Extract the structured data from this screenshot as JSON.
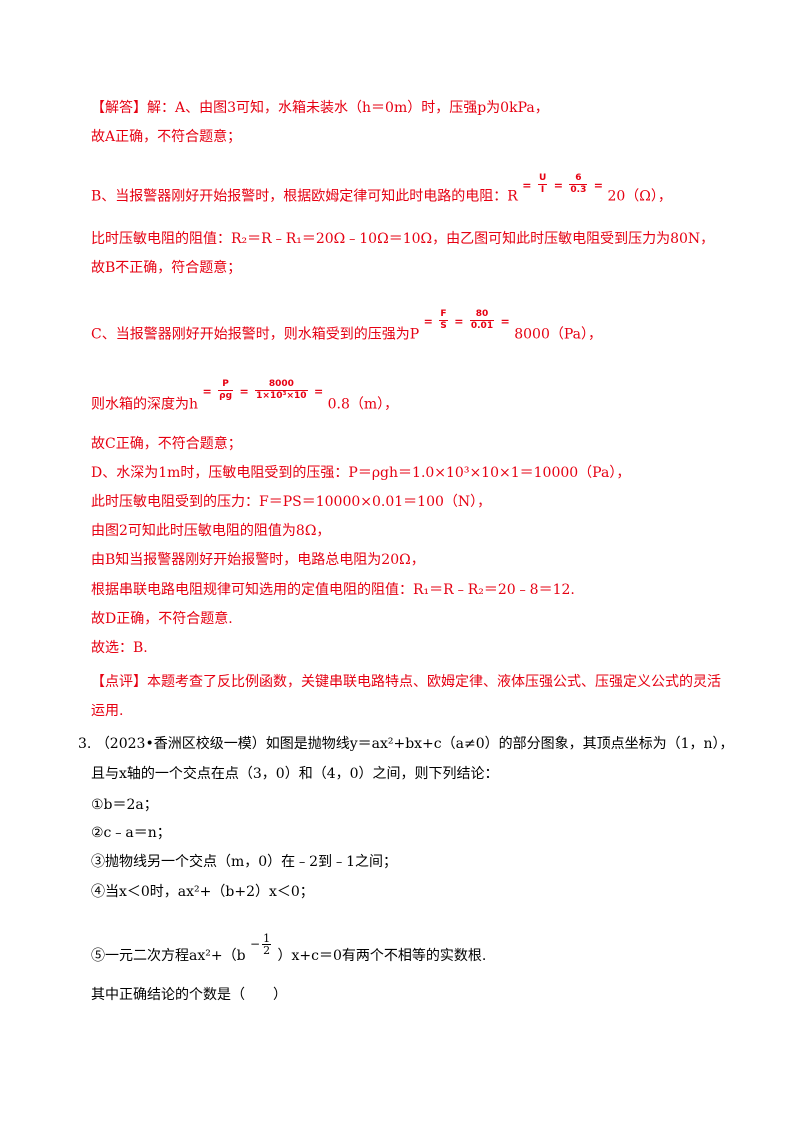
{
  "solution": {
    "l1": "【解答】解：A、由图3可知，水箱未装水（h＝0m）时，压强p为0kPa，",
    "l2": "故A正确，不符合题意；",
    "b_text": "B、当报警器刚好开始报警时，根据欧姆定律可知此时电路的电阻：R",
    "b_num": "U",
    "b_den": "I",
    "b_num2": "6",
    "b_den2": "0.3",
    "b_res": "20（Ω），",
    "l4": "比时压敏电阻的阻值：R₂＝R﹣R₁＝20Ω﹣10Ω＝10Ω，由乙图可知此时压敏电阻受到压力为80N，",
    "l5": "故B不正确，符合题意；",
    "c_text": "C、当报警器刚好开始报警时，则水箱受到的压强为P",
    "c_num": "F",
    "c_den": "S",
    "c_num2": "80",
    "c_den2": "0.01",
    "c_res": "8000（Pa），",
    "h_text": "则水箱的深度为h",
    "h_num": "P",
    "h_den": "ρg",
    "h_num2": "8000",
    "h_den2": "1×10³×10",
    "h_res": "0.8（m），",
    "l8": "故C正确，不符合题意；",
    "l9": "D、水深为1m时，压敏电阻受到的压强：P＝ρgh＝1.0×10³×10×1＝10000（Pa），",
    "l10": "此时压敏电阻受到的压力：F＝PS＝10000×0.01＝100（N），",
    "l11": "由图2可知此时压敏电阻的阻值为8Ω，",
    "l12": "由B知当报警器刚好开始报警时，电路总电阻为20Ω，",
    "l13": "根据串联电路电阻规律可知选用的定值电阻的阻值：R₁＝R﹣R₂＝20﹣8＝12.",
    "l14": "故D正确，不符合题意.",
    "l15": "故选：B.",
    "review1": "【点评】本题考查了反比例函数，关键串联电路特点、欧姆定律、液体压强公式、压强定义公式的灵活",
    "review2": "运用."
  },
  "question": {
    "number": "3.",
    "stem1": "（2023•香洲区校级一模）如图是抛物线y＝ax²+bx+c（a≠0）的部分图象，其顶点坐标为（1，n），",
    "stem2": "且与x轴的一个交点在点（3，0）和（4，0）之间，则下列结论：",
    "opt1": "①b＝2a；",
    "opt2": "②c﹣a＝n；",
    "opt3": "③抛物线另一个交点（m，0）在﹣2到﹣1之间；",
    "opt4": "④当x＜0时，ax²+（b+2）x＜0；",
    "opt5a": "⑤一元二次方程ax²+（b",
    "opt5_num": "1",
    "opt5_den": "2",
    "opt5b": "）x+c＝0有两个不相等的实数根.",
    "ask": "其中正确结论的个数是（　　）"
  }
}
